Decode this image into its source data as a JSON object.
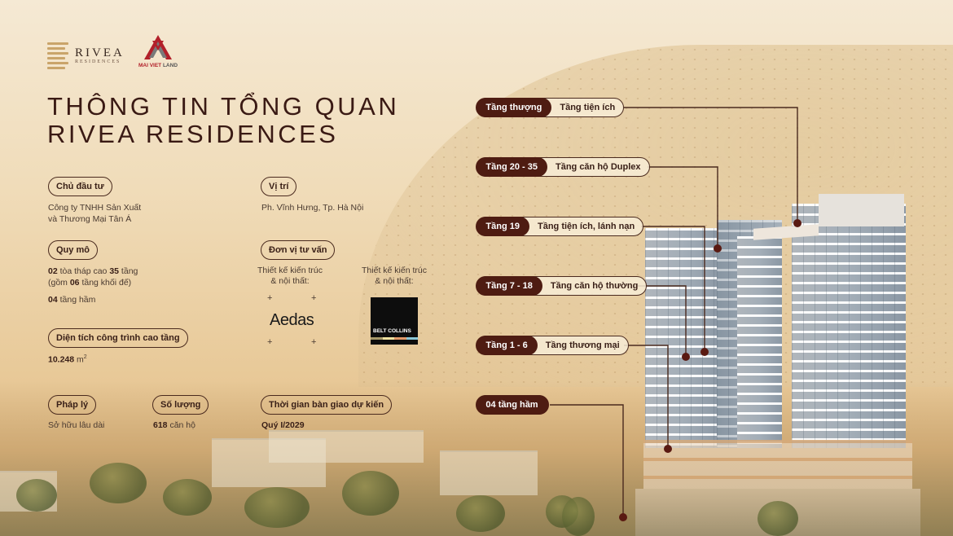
{
  "brand": {
    "project_logo_name": "RIVEA",
    "project_logo_sub": "RESIDENCES",
    "developer_logo": {
      "prefix": "MAI VIET",
      "suffix": " LAND"
    }
  },
  "title": {
    "line1": "THÔNG TIN TỔNG QUAN",
    "line2": "RIVEA RESIDENCES"
  },
  "overview": {
    "investor": {
      "label": "Chủ đầu tư",
      "line1": "Công ty TNHH Sản Xuất",
      "line2": "và Thương Mại Tân Á"
    },
    "location": {
      "label": "Vị trí",
      "value": "Ph. Vĩnh Hưng, Tp. Hà Nội"
    },
    "scale": {
      "label": "Quy mô",
      "towers_count": "02",
      "towers_text": " tòa tháp cao ",
      "floors_count": "35",
      "floors_text": " tầng",
      "podium_open": "(gồm ",
      "podium_count": "06",
      "podium_text": " tầng khối đế)",
      "basement_count": "04",
      "basement_text": " tầng hầm"
    },
    "consultant": {
      "label": "Đơn vị tư vấn",
      "role1_line1": "Thiết kế kiến trúc",
      "role1_line2": "& nội thất:",
      "firm1": "Aedas",
      "role2_line1": "Thiết kế kiến trúc",
      "role2_line2": "& nội thất:",
      "firm2": "BELT COLLINS"
    },
    "area": {
      "label": "Diện tích công trình cao tầng",
      "value": "10.248",
      "unit": "m",
      "unit_sup": "2"
    },
    "legal": {
      "label": "Pháp lý",
      "value": "Sở hữu lâu dài"
    },
    "quantity": {
      "label": "Số lượng",
      "count": "618",
      "unit": " căn hộ"
    },
    "handover": {
      "label": "Thời gian bàn giao dự kiến",
      "value": "Quý I/2029"
    }
  },
  "floors": [
    {
      "level": "Tầng thượng",
      "use": "Tầng tiện ích"
    },
    {
      "level": "Tầng 20 - 35",
      "use": "Tầng căn hộ Duplex"
    },
    {
      "level": "Tầng 19",
      "use": "Tầng tiện ích, lánh nạn"
    },
    {
      "level": "Tầng 7 - 18",
      "use": "Tầng căn hộ thường"
    },
    {
      "level": "Tầng 1 - 6",
      "use": "Tầng thương mại"
    },
    {
      "level": "04 tầng hầm",
      "use": ""
    }
  ],
  "colors": {
    "accent_dark": "#4e1c12",
    "text_dark": "#3a2018",
    "bg_light": "#f5e9d4",
    "bg_warm": "#e8c998",
    "developer_red": "#b2202a"
  }
}
